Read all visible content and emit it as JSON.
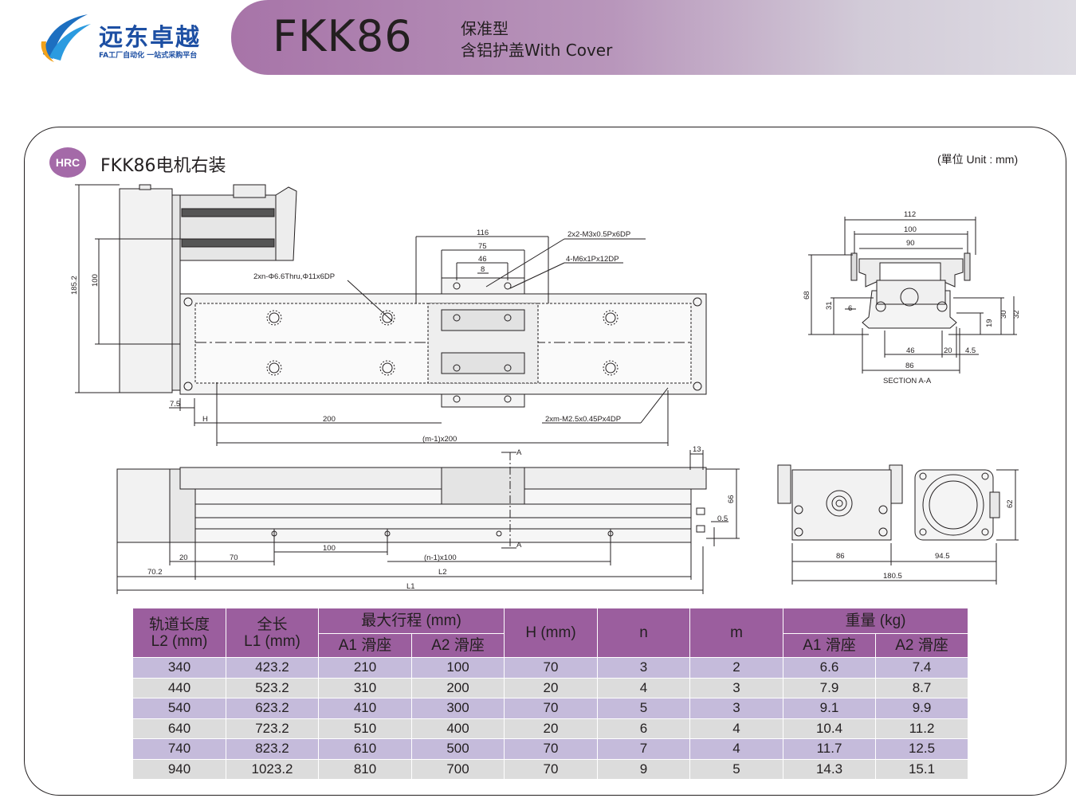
{
  "header": {
    "brand_name": "远东卓越",
    "brand_tagline": "FA工厂自动化  一站式采购平台",
    "model": "FKK86",
    "subtitle_line1": "保准型",
    "subtitle_line2": "含铝护盖With Cover",
    "band_color_start": "#a774a8",
    "band_color_end": "#dedce3"
  },
  "section": {
    "badge": "HRC",
    "title": "FKK86电机右装",
    "unit_note": "(單位 Unit : mm)"
  },
  "drawing_labels": {
    "top_view": {
      "dim_185_2": "185.2",
      "dim_100": "100",
      "dim_116": "116",
      "dim_75": "75",
      "dim_46": "46",
      "dim_8": "8",
      "callout_holes": "2xn-Φ6.6Thru,Φ11x6DP",
      "callout_m3": "2x2-M3x0.5Px6DP",
      "callout_m6": "4-M6x1Px12DP",
      "callout_m2_5": "2xm-M2.5x0.45Px4DP",
      "dim_7_5": "7.5",
      "dim_h": "H",
      "dim_200": "200",
      "dim_m1x200": "(m-1)x200"
    },
    "section_view": {
      "dim_112": "112",
      "dim_100": "100",
      "dim_90": "90",
      "dim_68": "68",
      "dim_31": "31",
      "dim_6": "6",
      "dim_30": "30",
      "dim_32": "32",
      "dim_19": "19",
      "dim_46": "46",
      "dim_20": "20",
      "dim_4_5": "4.5",
      "dim_86": "86",
      "caption": "SECTION A-A"
    },
    "side_view": {
      "mark_a_top": "A",
      "mark_a_bottom": "A",
      "dim_13": "13",
      "dim_66": "66",
      "dim_0_5": "0.5",
      "dim_20": "20",
      "dim_70": "70",
      "dim_100": "100",
      "dim_n1x100": "(n-1)x100",
      "dim_70_2": "70.2",
      "dim_l2": "L2",
      "dim_l1": "L1"
    },
    "end_view": {
      "dim_62": "62",
      "dim_86": "86",
      "dim_94_5": "94.5",
      "dim_180_5": "180.5"
    }
  },
  "spec_table": {
    "headers": {
      "rail_length": "轨道长度\nL2 (mm)",
      "total_length": "全长\nL1 (mm)",
      "max_stroke": "最大行程 (mm)",
      "stroke_a1": "A1 滑座",
      "stroke_a2": "A2 滑座",
      "h": "H (mm)",
      "n": "n",
      "m": "m",
      "weight": "重量 (kg)",
      "weight_a1": "A1 滑座",
      "weight_a2": "A2 滑座"
    },
    "header_color": "#9b5e9e",
    "row_colors": [
      "#c5bbdb",
      "#dcdcdc"
    ],
    "rows": [
      {
        "l2": "340",
        "l1": "423.2",
        "a1": "210",
        "a2": "100",
        "h": "70",
        "n": "3",
        "m": "2",
        "w1": "6.6",
        "w2": "7.4"
      },
      {
        "l2": "440",
        "l1": "523.2",
        "a1": "310",
        "a2": "200",
        "h": "20",
        "n": "4",
        "m": "3",
        "w1": "7.9",
        "w2": "8.7"
      },
      {
        "l2": "540",
        "l1": "623.2",
        "a1": "410",
        "a2": "300",
        "h": "70",
        "n": "5",
        "m": "3",
        "w1": "9.1",
        "w2": "9.9"
      },
      {
        "l2": "640",
        "l1": "723.2",
        "a1": "510",
        "a2": "400",
        "h": "20",
        "n": "6",
        "m": "4",
        "w1": "10.4",
        "w2": "11.2"
      },
      {
        "l2": "740",
        "l1": "823.2",
        "a1": "610",
        "a2": "500",
        "h": "70",
        "n": "7",
        "m": "4",
        "w1": "11.7",
        "w2": "12.5"
      },
      {
        "l2": "940",
        "l1": "1023.2",
        "a1": "810",
        "a2": "700",
        "h": "70",
        "n": "9",
        "m": "5",
        "w1": "14.3",
        "w2": "15.1"
      }
    ]
  }
}
